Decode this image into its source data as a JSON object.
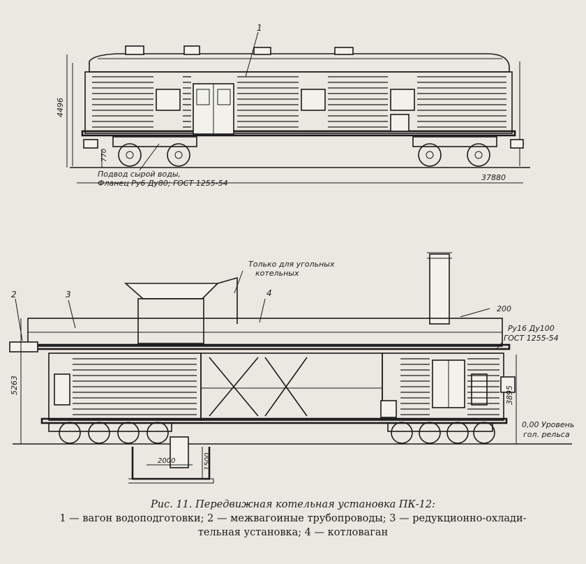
{
  "figure": {
    "caption_title": "Рис. 11. Передвижная котельная установка ПК-12:",
    "caption_line1": "1 — вагон водоподготовки; 2 — межвагоиные трубопроводы; 3 — редукционно-охлади-",
    "caption_line2": "тельная установка; 4 — котловаган"
  },
  "top_view": {
    "callout_1": "1",
    "height_dim": "4496",
    "small_dim": "770",
    "note_line1": "Подвод сырой воды,",
    "note_line2": "Фланец Ру6 Ду80; ГОСТ 1255-54",
    "length_dim": "37880"
  },
  "bottom_view": {
    "callout_2": "2",
    "callout_3": "3",
    "callout_4": "4",
    "coal_note_line1": "Только для угольных",
    "coal_note_line2": "котельных",
    "dim_200": "200",
    "flange_line1": "Ру16 Ду100",
    "flange_line2": "ГОСТ 1255-54",
    "height_dim": "5263",
    "height_dim_right": "3895",
    "rail_line1": "0,00 Уровень",
    "rail_line2": "гол. рельса",
    "pit_width": "2000",
    "pit_depth": "1500"
  }
}
